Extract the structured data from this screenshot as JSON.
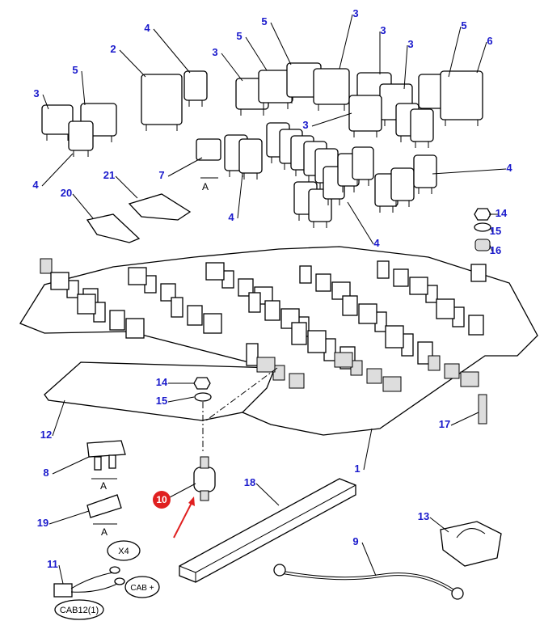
{
  "diagram": {
    "callouts": [
      "3",
      "5",
      "4",
      "2",
      "4",
      "3",
      "5",
      "5",
      "3",
      "3",
      "3",
      "5",
      "6",
      "3",
      "7",
      "21",
      "20",
      "4",
      "4",
      "4",
      "14",
      "15",
      "16",
      "14",
      "15",
      "12",
      "17",
      "1",
      "8",
      "18",
      "19",
      "13",
      "9",
      "11"
    ],
    "highlighted_callout": "10",
    "highlight_color": "#e02020",
    "callout_color": "#1a1acc",
    "dimension_label": "A",
    "connector_tags": [
      "X4",
      "CAB +",
      "CAB12(1)"
    ]
  }
}
